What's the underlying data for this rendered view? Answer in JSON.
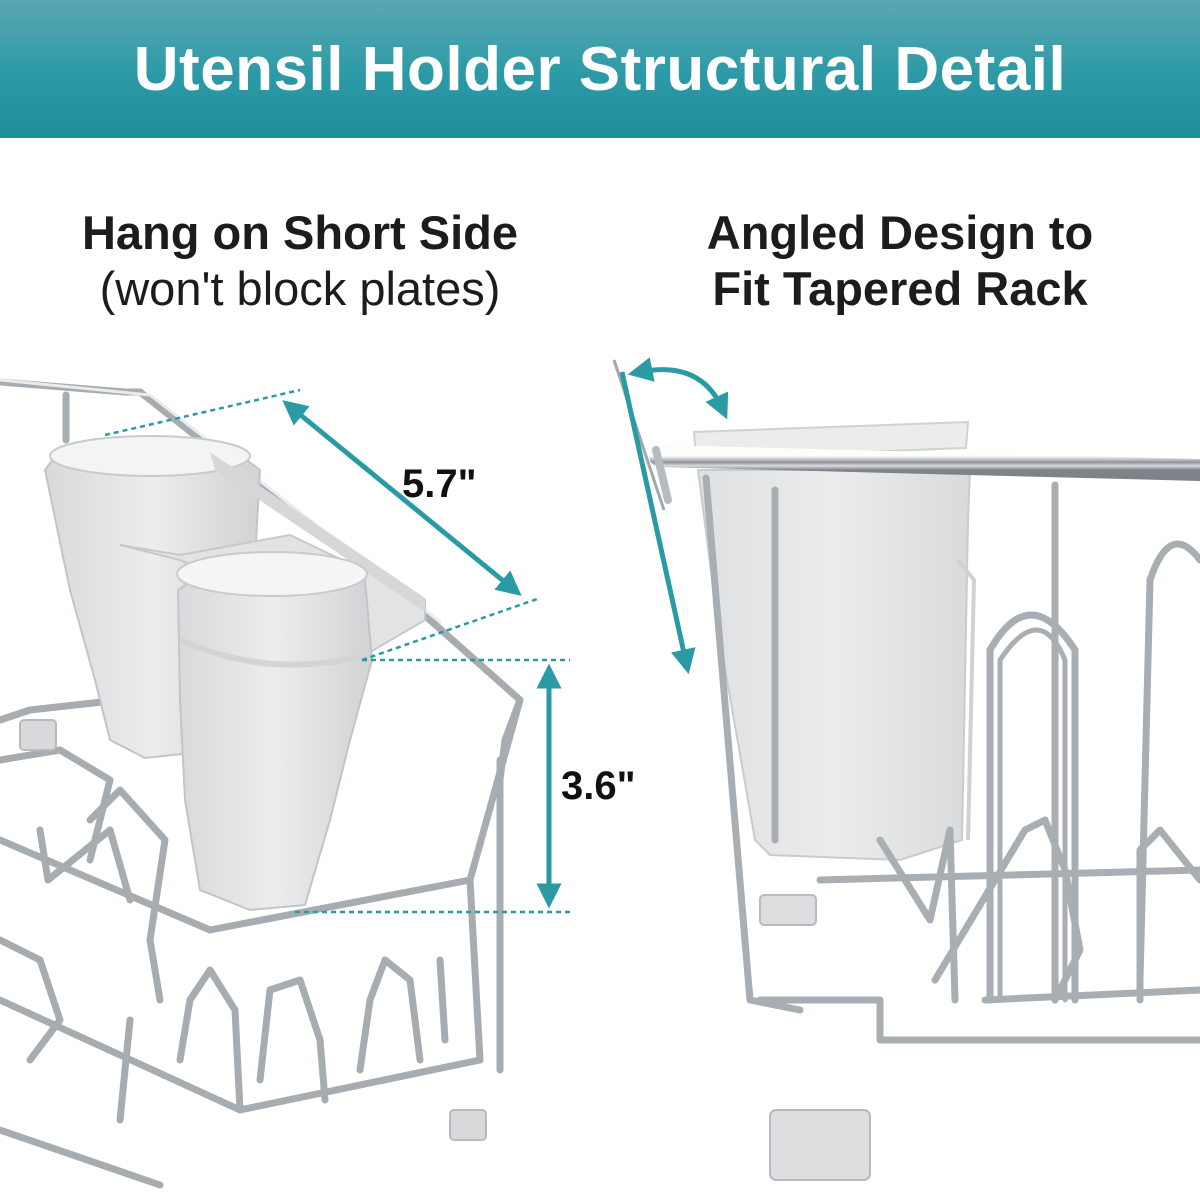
{
  "banner": {
    "title": "Utensil Holder Structural Detail"
  },
  "left_panel": {
    "heading": "Hang on Short Side",
    "subheading": "(won't block plates)",
    "width_label": "5.7\"",
    "height_label": "3.6\""
  },
  "right_panel": {
    "heading_line1": "Angled Design to",
    "heading_line2": "Fit Tapered Rack"
  },
  "colors": {
    "accent": "#2a9aa4",
    "banner_top": "#5aa7b3",
    "banner_bottom": "#1f8f9b",
    "holder": "#e4e5e6",
    "wire": "#a9aeb3"
  }
}
